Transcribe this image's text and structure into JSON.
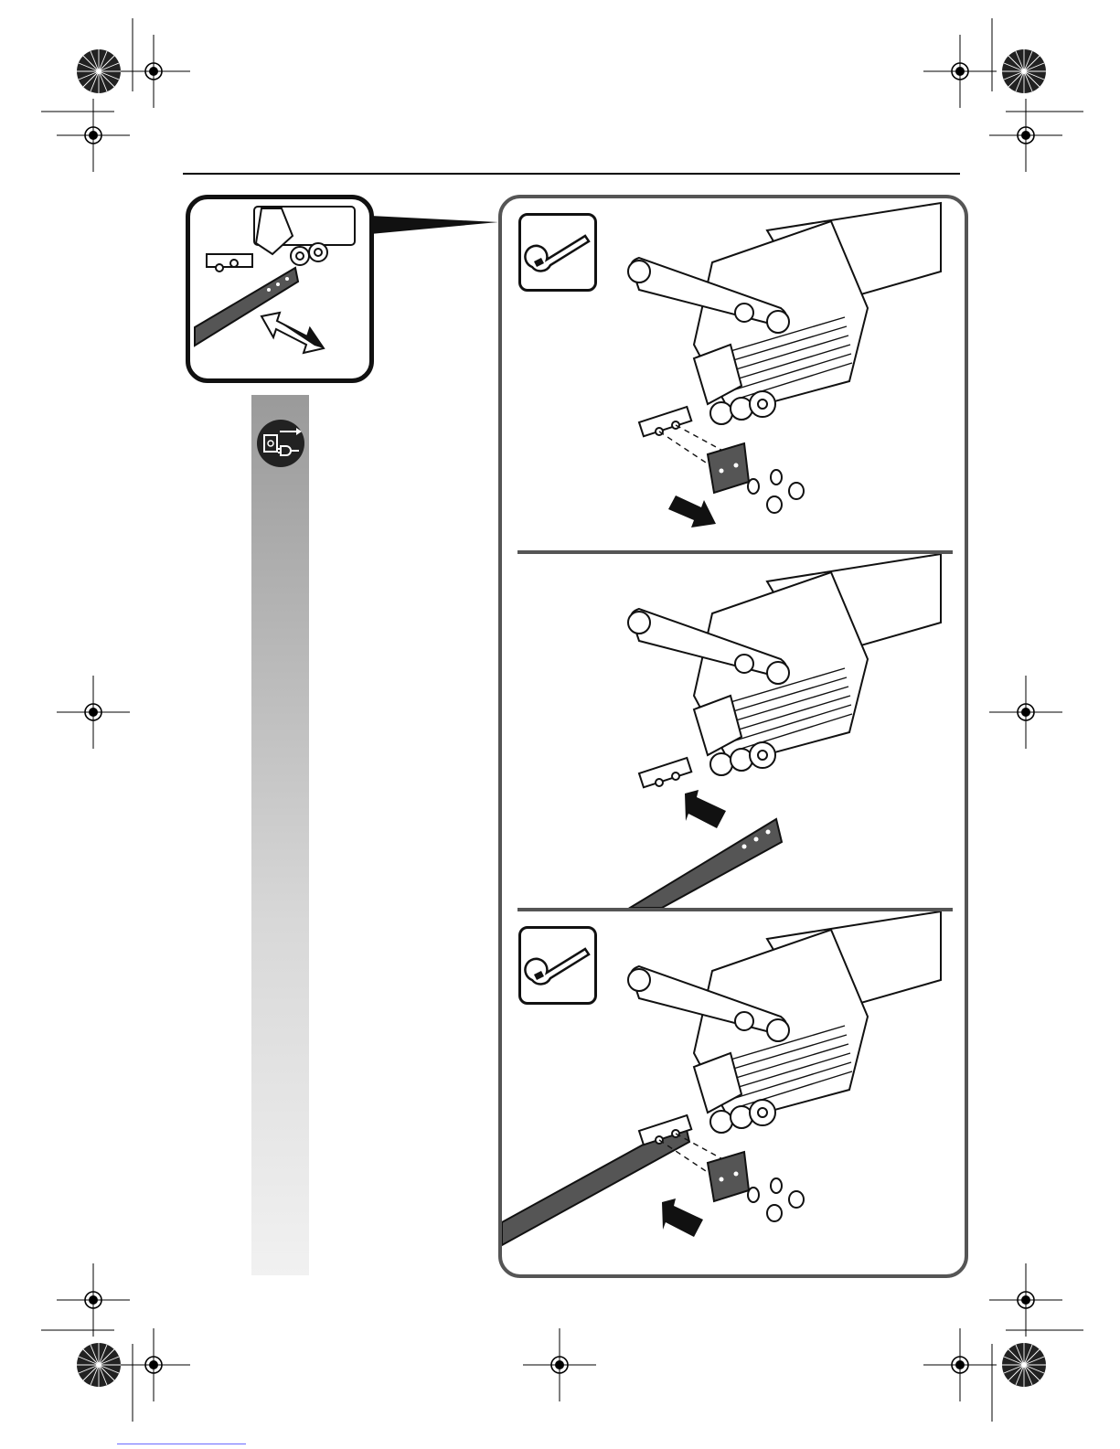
{
  "page": {
    "width": 1225,
    "height": 1585
  },
  "colors": {
    "ink": "#111111",
    "panel_border": "#555555",
    "bar_top": "#9a9a9a",
    "bar_bottom": "#f1f1f1",
    "footer_link": "#6a6aff"
  },
  "icons": {
    "inset": "detail-magnifier-icon",
    "unplug": "unplug-power-icon",
    "wrench": "wrench-icon",
    "crosshair": "registration-crosshair-icon",
    "starburst": "registration-starburst-icon",
    "arrow": "direction-arrow-icon"
  },
  "steps": [
    {
      "tool": "wrench-icon",
      "action": "remove-plate"
    },
    {
      "tool": "",
      "action": "insert-blade"
    },
    {
      "tool": "wrench-icon",
      "action": "fasten-plate"
    }
  ]
}
